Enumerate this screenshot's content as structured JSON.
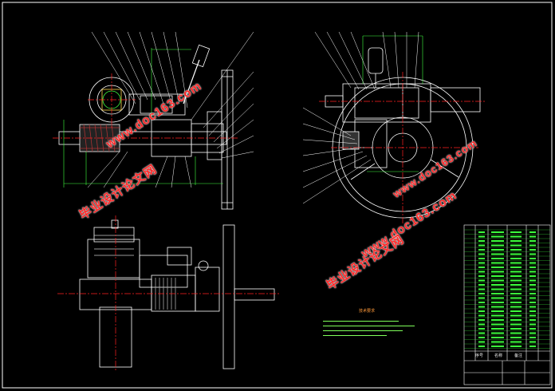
{
  "drawing": {
    "watermark_cn": "毕业设计论文网",
    "watermark_url": "www.doc163.com",
    "notes_title": "技术要求",
    "title_block": {
      "label_a": "序号",
      "label_b": "名称",
      "label_c": "备注"
    }
  },
  "colors": {
    "background": "#000000",
    "lines": "#ffffff",
    "centerline": "#ff2020",
    "dimension": "#40ff40",
    "leader": "#ffffff",
    "watermark": "#ff2a2a",
    "table_text": "#3cff3c"
  }
}
